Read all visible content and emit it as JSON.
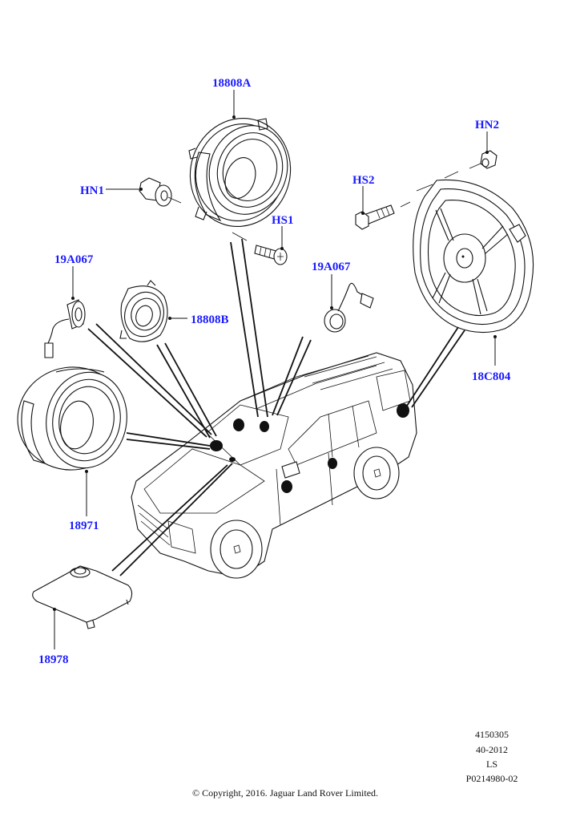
{
  "diagram": {
    "title": "Speaker components parts diagram",
    "callouts": [
      {
        "id": "18808A",
        "label": "18808A"
      },
      {
        "id": "HN1",
        "label": "HN1"
      },
      {
        "id": "HS1",
        "label": "HS1"
      },
      {
        "id": "HN2",
        "label": "HN2"
      },
      {
        "id": "HS2",
        "label": "HS2"
      },
      {
        "id": "19A067-left",
        "label": "19A067"
      },
      {
        "id": "19A067-right",
        "label": "19A067"
      },
      {
        "id": "18808B",
        "label": "18808B"
      },
      {
        "id": "18C804",
        "label": "18C804"
      },
      {
        "id": "18971",
        "label": "18971"
      },
      {
        "id": "18978",
        "label": "18978"
      }
    ],
    "reference_block": {
      "line1": "4150305",
      "line2": "40-2012",
      "line3": "LS",
      "line4": "P0214980-02"
    },
    "copyright": "© Copyright, 2016. Jaguar Land Rover Limited.",
    "colors": {
      "callout": "#1a1aff",
      "linework": "#111111",
      "background": "#ffffff"
    }
  }
}
